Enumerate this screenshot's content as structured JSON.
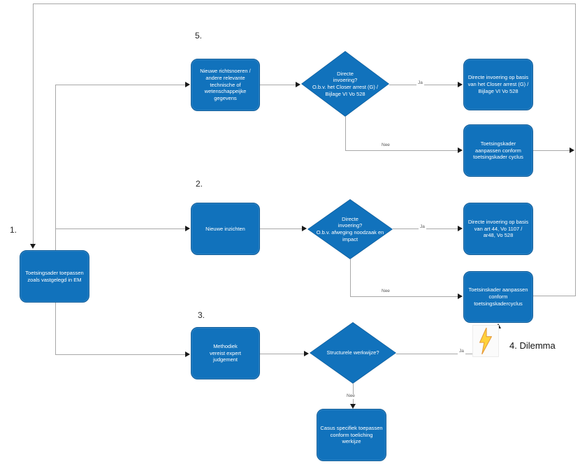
{
  "colors": {
    "shape_fill": "#1172BC",
    "shape_border": "#0D5B99",
    "shape_text": "#FFFFFF",
    "connector": "#A8A8A8",
    "arrowhead": "#1A1A1A",
    "label_text": "#595959",
    "step_text": "#262626",
    "lightning_fill": "#FFD23B",
    "lightning_stroke": "#E59A3C"
  },
  "steps": {
    "step1": "1.",
    "step2": "2.",
    "step3": "3.",
    "step4": "4. Dilemma",
    "step5": "5."
  },
  "nodes": {
    "start": "Toetsingsader toepassen\nzoals vastgelegd in EM",
    "new_guidelines": "Nieuwe richtsnoeren /\nandere relevante\ntechnische of\nwetenschappeijke\ngegevens",
    "decision_row1": "Directe\ninvoering?\nO.b.v. het Closer arrest (G) /\nBijlage VI Vo 528",
    "direct_row1": "Directe invoering op basis\nvan het Closer arrest (G) /\nBijlage VI Vo 528",
    "adapt_row1": "Toetsingskader\naanpassen conform\ntoetsingskader cyclus",
    "new_insights": "Nieuwe inzichten",
    "decision_row2": "Directe\ninvoering?\nO.b.v. afweging noodzaak en\nimpact",
    "direct_row2": "Directe invoering op basis\nvan art 44, Vo 1107 /\nar48, Vo 528",
    "adapt_row2": "Toetsinskader aanpassen\nconform\ntoetsingskadercyclus",
    "methodology": "Methodiek\nvereist expert\njudgement",
    "decision_row3": "Structurele werkwijze?",
    "casus": "Casus specifiek toepassen\nconform toeliching\nwerkijze"
  },
  "edge_labels": {
    "yes": "Ja",
    "no": "Nee"
  },
  "icons": {
    "dilemma": "lightning-icon"
  }
}
